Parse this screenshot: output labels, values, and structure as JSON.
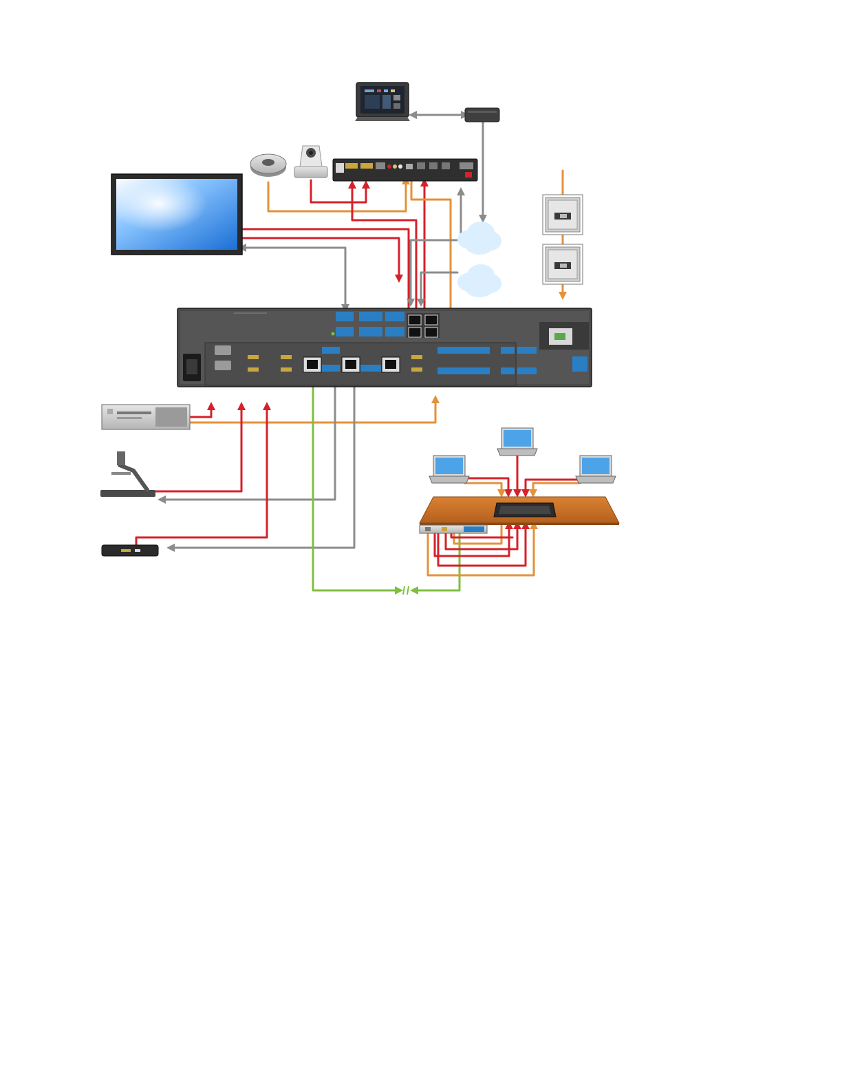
{
  "diagram": {
    "type": "AV system connection diagram",
    "colors": {
      "video_cable": "#d4212a",
      "network_cable": "#8c8c8c",
      "audio_cable": "#e3923a",
      "twisted_pair_cable": "#7fbf3f",
      "connector_blue": "#2a7fc4",
      "table_wood": "#c8702a",
      "chassis": "#4a4a4a",
      "cloud": "#dcefff"
    },
    "devices": [
      {
        "id": "touch-panel",
        "icon": "touch-panel-icon"
      },
      {
        "id": "network-switch",
        "icon": "switch-icon"
      },
      {
        "id": "ceiling-microphone",
        "icon": "microphone-icon"
      },
      {
        "id": "ptz-camera",
        "icon": "camera-icon"
      },
      {
        "id": "codec",
        "icon": "codec-icon"
      },
      {
        "id": "flat-panel-display",
        "icon": "display-icon"
      },
      {
        "id": "network-cloud-1",
        "icon": "cloud-icon"
      },
      {
        "id": "network-cloud-2",
        "icon": "cloud-icon"
      },
      {
        "id": "keypad-1",
        "icon": "keypad-icon"
      },
      {
        "id": "keypad-2",
        "icon": "keypad-icon"
      },
      {
        "id": "main-switcher",
        "icon": "switcher-chassis-icon"
      },
      {
        "id": "pc",
        "icon": "computer-icon"
      },
      {
        "id": "document-camera",
        "icon": "document-camera-icon"
      },
      {
        "id": "media-player",
        "icon": "media-player-icon"
      },
      {
        "id": "laptop-left",
        "icon": "laptop-icon"
      },
      {
        "id": "laptop-center",
        "icon": "laptop-icon"
      },
      {
        "id": "laptop-right",
        "icon": "laptop-icon"
      },
      {
        "id": "conference-table",
        "icon": "table-icon"
      },
      {
        "id": "table-cable-box",
        "icon": "cable-cubby-icon"
      },
      {
        "id": "transmitter",
        "icon": "transmitter-icon"
      }
    ]
  }
}
